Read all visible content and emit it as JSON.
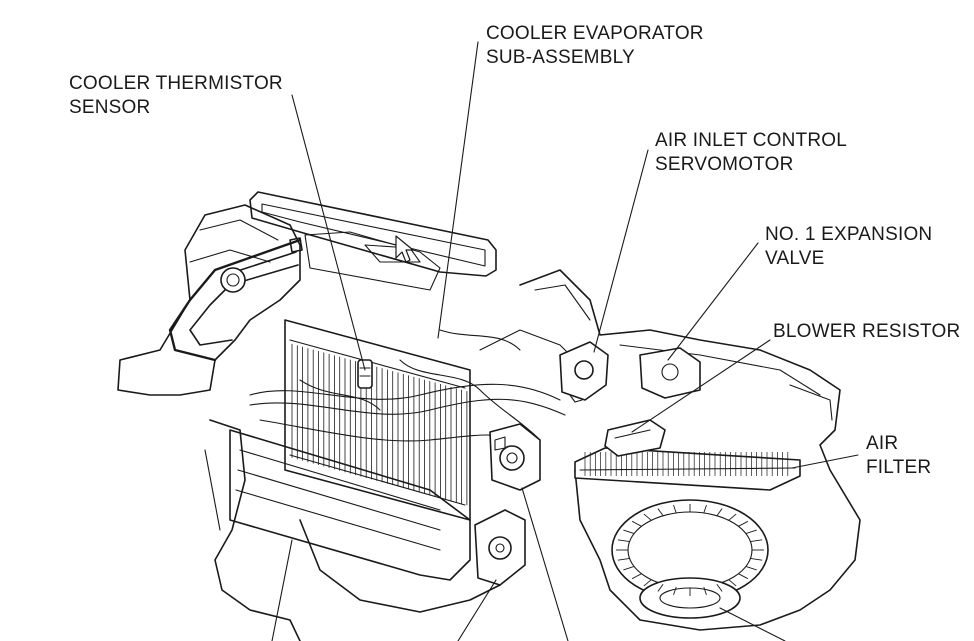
{
  "labels": {
    "cooler_thermistor_sensor": [
      "COOLER THERMISTOR",
      "SENSOR"
    ],
    "cooler_evaporator_sub_assembly": [
      "COOLER EVAPORATOR",
      "SUB-ASSEMBLY"
    ],
    "air_inlet_control_servomotor": [
      "AIR INLET CONTROL",
      "SERVOMOTOR"
    ],
    "no1_expansion_valve": [
      "NO. 1 EXPANSION",
      "VALVE"
    ],
    "blower_resistor": [
      "BLOWER RESISTOR"
    ],
    "air_filter": [
      "AIR",
      "FILTER"
    ]
  },
  "colors": {
    "ink": "#1a1a1a",
    "background": "#ffffff"
  }
}
